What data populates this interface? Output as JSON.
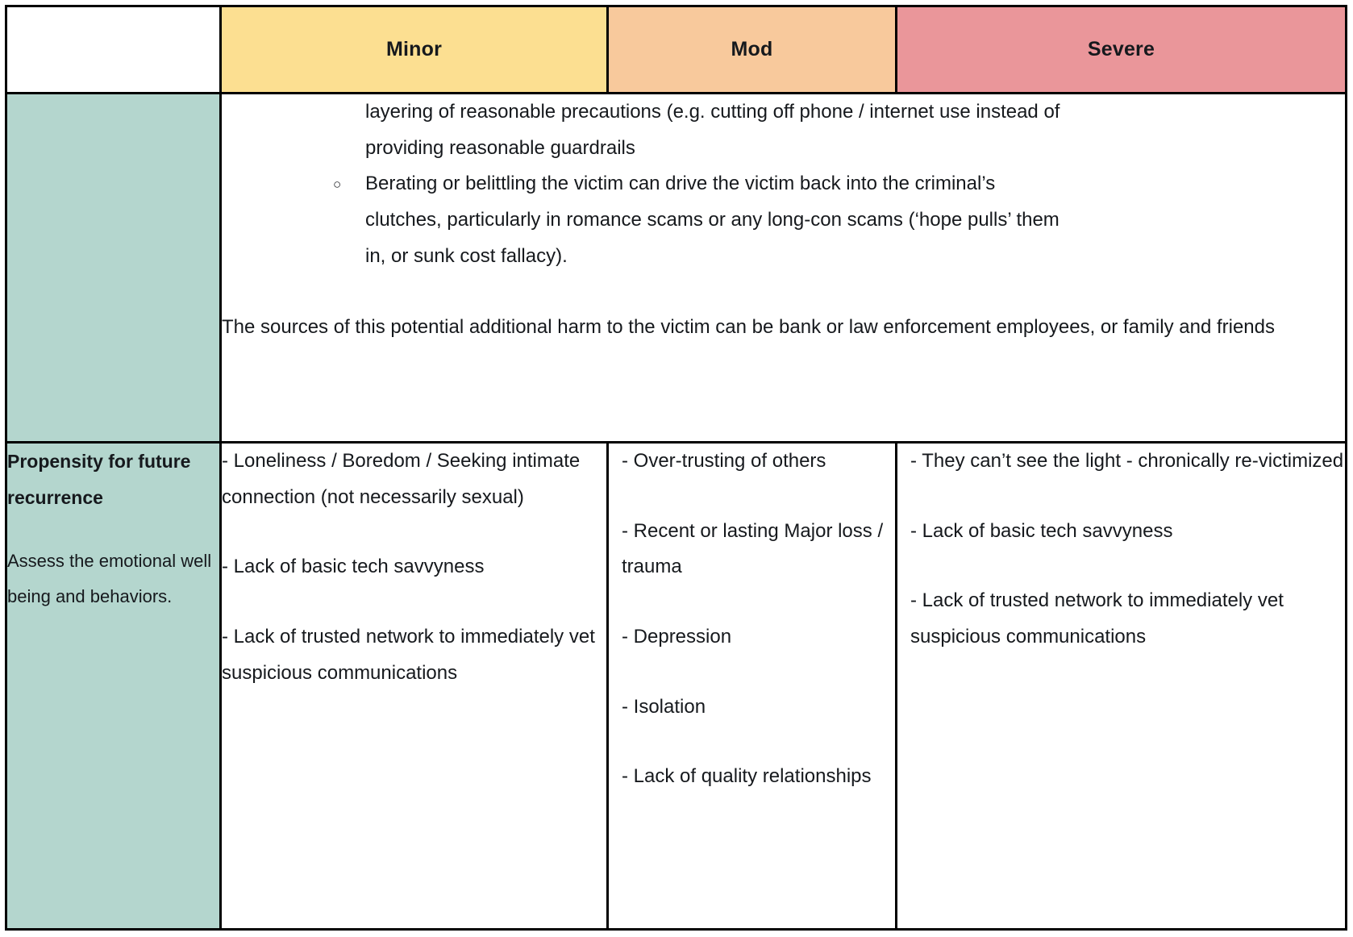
{
  "table": {
    "columns": [
      {
        "key": "label",
        "header": ""
      },
      {
        "key": "minor",
        "header": "Minor",
        "color": "#FCDF91"
      },
      {
        "key": "mod",
        "header": "Mod",
        "color": "#F8C99C"
      },
      {
        "key": "severe",
        "header": "Severe",
        "color": "#EA969A"
      }
    ],
    "label_column_color": "#B4D6CE",
    "border_color": "#000000"
  },
  "rows": [
    {
      "id": "additional-harm",
      "label_title": "",
      "label_sub": "",
      "narrative": {
        "bullets": [
          {
            "marker": "none",
            "lines": [
              "layering of reasonable precautions (e.g. cutting off phone / internet use instead of",
              "providing reasonable guardrails"
            ]
          },
          {
            "marker": "circle",
            "lines": [
              "Berating or belittling the victim can drive the victim back into the criminal’s",
              "clutches, particularly in romance scams or any long-con scams (‘hope pulls’ them",
              "in, or sunk cost fallacy)."
            ]
          }
        ],
        "tail": "The sources of this potential additional harm to the victim can be bank or law enforcement employees, or family and friends"
      }
    },
    {
      "id": "propensity-for-future-recurrence",
      "label_title": "Propensity for future recurrence",
      "label_sub": "Assess the emotional well being and behaviors.",
      "minor_items": [
        "- Loneliness / Boredom / Seeking intimate connection (not necessarily sexual)",
        "- Lack of basic tech savvyness",
        "- Lack of trusted network to immediately vet suspicious communications"
      ],
      "mod_items": [
        "- Over-trusting of others",
        "- Recent or lasting Major loss / trauma",
        "- Depression",
        "- Isolation",
        "- Lack of quality relationships"
      ],
      "severe_items": [
        "- They can’t see the light - chronically re-victimized",
        "- Lack of basic tech savvyness",
        "- Lack of trusted network to immediately vet suspicious communications"
      ]
    }
  ]
}
